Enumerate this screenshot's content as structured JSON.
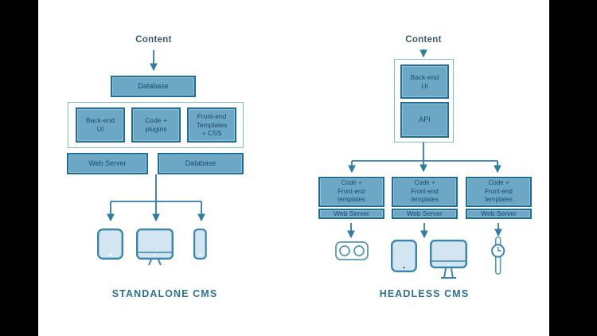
{
  "colors": {
    "box_fill": "#6ca8c6",
    "box_border": "#1e6e95",
    "box_text": "#1c4a66",
    "container_border": "#85b9d0",
    "connector": "#2e7da3",
    "device_fill": "#d2e5f0",
    "device_border": "#3a86ac",
    "device_border_light": "#5899b8",
    "label_text": "#2d7296",
    "content_text": "#3c5a6d",
    "letterbox": "#000000",
    "background": "#ffffff"
  },
  "left_diagram": {
    "title": "STANDALONE CMS",
    "content_label": "Content",
    "nodes": {
      "database_top": "Database",
      "backend_ui": "Back-end\nUI",
      "code_plugins": "Code +\nplugins",
      "frontend_templates": "Front-end\nTemplates\n+ CSS",
      "web_server": "Web Server",
      "database_bottom": "Database"
    },
    "devices": [
      "tablet-icon",
      "desktop-icon",
      "phone-icon"
    ]
  },
  "right_diagram": {
    "title": "HEADLESS CMS",
    "content_label": "Content",
    "nodes": {
      "backend_ui": "Back-end\nUI",
      "api": "API",
      "code_frontend": "Code +\nFront-end\ntemplates",
      "web_server": "Web Server"
    },
    "devices": [
      "goggles-icon",
      "tablet-icon",
      "desktop-icon",
      "smartwatch-icon"
    ]
  }
}
